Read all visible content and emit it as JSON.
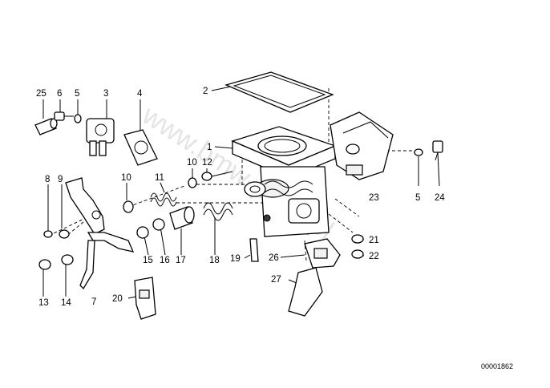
{
  "diagram": {
    "watermark": "www.bmw-parts.pl",
    "part_number": "00001862",
    "callouts": {
      "c1": "1",
      "c2": "2",
      "c3": "3",
      "c4": "4",
      "c5a": "5",
      "c5b": "5",
      "c6": "6",
      "c7": "7",
      "c8": "8",
      "c9": "9",
      "c10a": "10",
      "c10b": "10",
      "c11": "11",
      "c12": "12",
      "c13": "13",
      "c14": "14",
      "c15": "15",
      "c16": "16",
      "c17": "17",
      "c18": "18",
      "c19": "19",
      "c20": "20",
      "c21": "21",
      "c22": "22",
      "c23": "23",
      "c24": "24",
      "c25": "25",
      "c26": "26",
      "c27": "27"
    }
  }
}
